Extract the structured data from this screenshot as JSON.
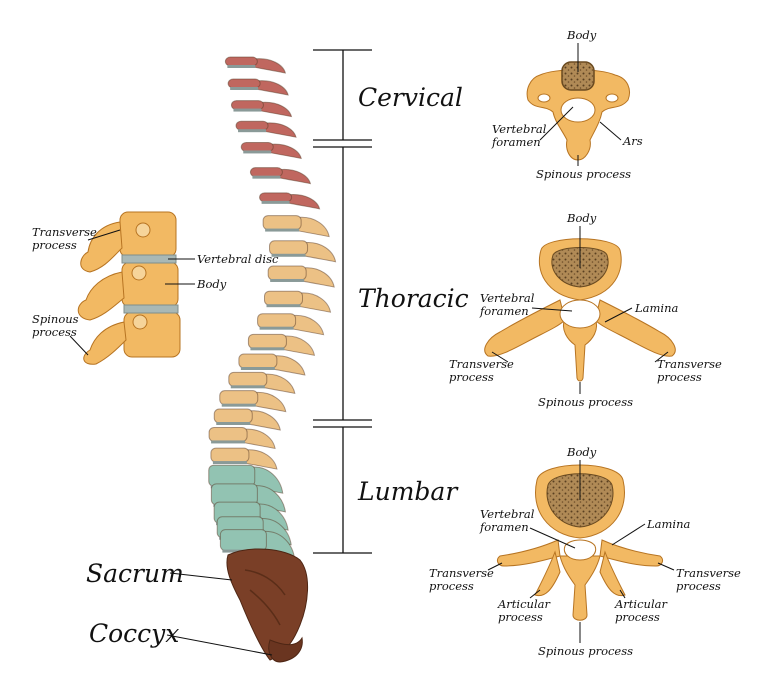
{
  "colors": {
    "cervical": "#c0675f",
    "thoracic": "#ecc185",
    "lumbar": "#92c3b2",
    "sacrum": "#7a3f27",
    "disc": "#8a9a98",
    "bone": "#f0b65c",
    "bone_stroke": "#b77422",
    "cancellous": "#8a6a40"
  },
  "regions": {
    "cervical": "Cervical",
    "thoracic": "Thoracic",
    "lumbar": "Lumbar",
    "sacrum": "Sacrum",
    "coccyx": "Coccyx"
  },
  "side_view": {
    "transverse_process": [
      "Transverse",
      "process"
    ],
    "vertebral_disc": "Vertebral disc",
    "body": "Body",
    "spinous_process": [
      "Spinous",
      "process"
    ]
  },
  "cervical_vertebra": {
    "body": "Body",
    "vertebral_foramen": [
      "Vertebral",
      "foramen"
    ],
    "ars": "Ars",
    "spinous_process": "Spinous process"
  },
  "thoracic_vertebra": {
    "body": "Body",
    "vertebral_foramen": [
      "Vertebral",
      "foramen"
    ],
    "lamina": "Lamina",
    "transverse_process_left": [
      "Transverse",
      "process"
    ],
    "transverse_process_right": [
      "Transverse",
      "process"
    ],
    "spinous_process": "Spinous process"
  },
  "lumbar_vertebra": {
    "body": "Body",
    "vertebral_foramen": [
      "Vertebral",
      "foramen"
    ],
    "lamina": "Lamina",
    "transverse_process_left": [
      "Transverse",
      "process"
    ],
    "transverse_process_right": [
      "Transverse",
      "process"
    ],
    "articular_process_left": [
      "Articular",
      "process"
    ],
    "articular_process_right": [
      "Articular",
      "process"
    ],
    "spinous_process": "Spinous process"
  }
}
